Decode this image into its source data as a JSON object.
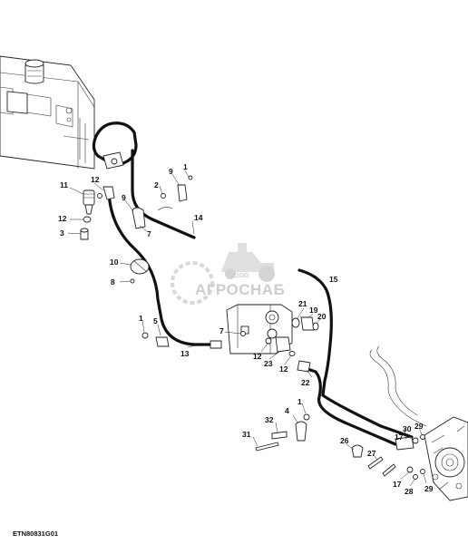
{
  "diagram": {
    "reference_code": "ETN80831G01",
    "watermark": {
      "company_small": "ООО",
      "company_name": "АГРОСНАБ"
    },
    "callouts": {
      "c1a": "1",
      "c1b": "1",
      "c1c": "1",
      "c2": "2",
      "c3": "3",
      "c4": "4",
      "c5": "5",
      "c7a": "7",
      "c7b": "7",
      "c8": "8",
      "c9a": "9",
      "c9b": "9",
      "c10": "10",
      "c11": "11",
      "c12a": "12",
      "c12b": "12",
      "c12c": "12",
      "c12d": "12",
      "c13": "13",
      "c14": "14",
      "c15": "15",
      "c17a": "17",
      "c17b": "17",
      "c19": "19",
      "c20": "20",
      "c21": "21",
      "c22": "22",
      "c23": "23",
      "c26": "26",
      "c27": "27",
      "c28": "28",
      "c29a": "29",
      "c29b": "29",
      "c30": "30",
      "c31": "31",
      "c32": "32"
    }
  }
}
